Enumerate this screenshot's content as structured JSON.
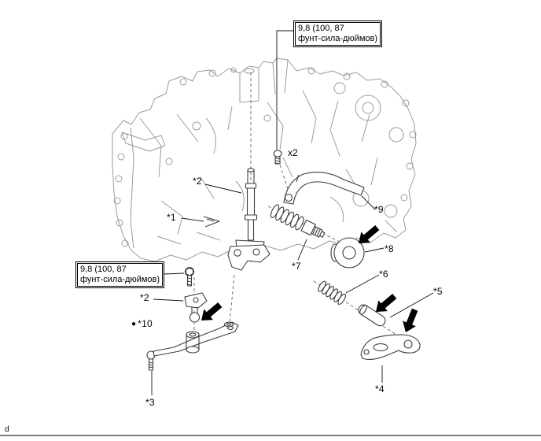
{
  "diagram": {
    "page_letter": "d",
    "colors": {
      "line_art": "#9b9b9b",
      "ink": "#000000"
    },
    "torque_boxes": [
      {
        "line1": "9,8 (100, 87",
        "line2": "фунт-сила-дюймов)"
      },
      {
        "line1": "9,8 (100, 87",
        "line2": "фунт-сила-дюймов)"
      }
    ],
    "callouts": {
      "c1": "*1",
      "c2a": "*2",
      "c2b": "*2",
      "c3": "*3",
      "c4": "*4",
      "c5": "*5",
      "c6": "*6",
      "c7": "*7",
      "c8": "*8",
      "c9": "*9",
      "c10": "*10",
      "c10_bullet": "●",
      "qty": "x2"
    }
  }
}
